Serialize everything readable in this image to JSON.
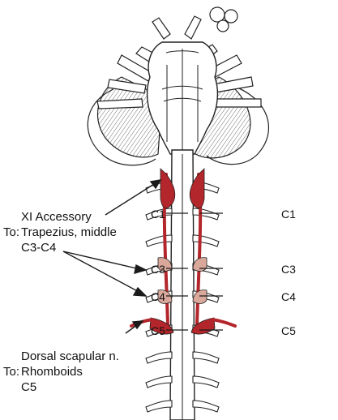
{
  "annotation_accessory": {
    "nerve": "XI Accessory",
    "prefix": "To:",
    "target": "Trapezius, middle",
    "levels": "C3-C4"
  },
  "annotation_dorsal": {
    "nerve": "Dorsal scapular n.",
    "prefix": "To:",
    "target": "Rhomboids",
    "levels": "C5"
  },
  "roots": {
    "left": [
      "C1",
      "C3",
      "C4",
      "C5"
    ],
    "right": [
      "C1",
      "C3",
      "C4",
      "C5"
    ]
  },
  "colors": {
    "nerve_dark_red": "#b3262b",
    "nerve_light_pink": "#d9a89a",
    "line": "#1a1a1a",
    "background": "#ffffff"
  }
}
